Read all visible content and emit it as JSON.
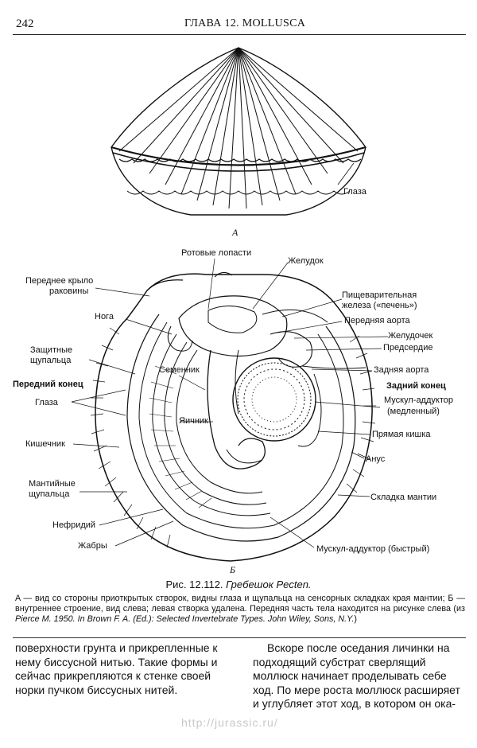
{
  "header": {
    "page_number": "242",
    "chapter": "ГЛАВА 12. MOLLUSCA"
  },
  "figure_a": {
    "letter": "A",
    "label_eyes": "Глаза"
  },
  "figure_b": {
    "letter": "Б",
    "labels": {
      "mouth_lobes": "Ротовые лопасти",
      "stomach": "Желудок",
      "anterior_wing_1": "Переднее крыло",
      "anterior_wing_2": "раковины",
      "digestive_gland_1": "Пищеварительная",
      "digestive_gland_2": "железа («печень»)",
      "anterior_aorta": "Передняя аорта",
      "ventricle": "Желудочек",
      "atrium": "Предсердие",
      "foot": "Нога",
      "protective_tentacles_1": "Защитные",
      "protective_tentacles_2": "щупальца",
      "posterior_aorta": "Задняя аорта",
      "testis": "Семенник",
      "anterior_end": "Передний конец",
      "posterior_end": "Задний конец",
      "eyes": "Глаза",
      "adductor_slow_1": "Мускул-аддуктор",
      "adductor_slow_2": "(медленный)",
      "ovary": "Яичник",
      "intestine": "Кишечник",
      "rectum": "Прямая кишка",
      "anus": "Анус",
      "mantle_tentacles_1": "Мантийные",
      "mantle_tentacles_2": "щупальца",
      "mantle_fold": "Складка мантии",
      "nephridium": "Нефридий",
      "gills": "Жабры",
      "adductor_fast": "Мускул-аддуктор (быстрый)"
    }
  },
  "caption": {
    "title_prefix": "Рис. 12.112.",
    "title_italic": "Гребешок Pecten.",
    "text_1": "A — вид со стороны приоткрытых створок, видны глаза и щупальца на сенсорных складках края мантии; Б — внутреннее строение, вид слева; левая створка удалена. Передняя часть тела находится на рисунке слева (из ",
    "text_italic": "Pierce M. 1950. In Brown F. A. (Ed.): Selected Invertebrate Types. John Wiley, Sons, N.Y.",
    "text_2": ")"
  },
  "body_text": {
    "left": "поверхности грунта и прикрепленные к нему биссусной нитью. Такие формы и сейчас прикрепляются к стенке своей норки пучком биссусных нитей.",
    "right": "Вскоре после оседания личинки на подходящий субстрат сверлящий моллюск начинает проделывать себе ход. По мере роста моллюск расширяет и углубляет этот ход, в котором он ока-"
  },
  "watermark": "http://jurassic.ru/"
}
